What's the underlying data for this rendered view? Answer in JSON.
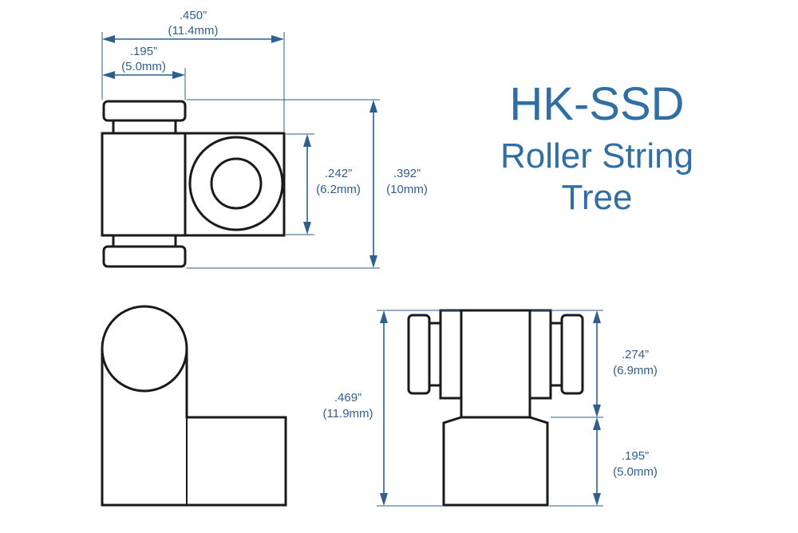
{
  "title": {
    "line1": "HK-SSD",
    "line2": "Roller String",
    "line3": "Tree"
  },
  "dimensions": {
    "top_width_overall": {
      "inch": ".450”",
      "mm": "(11.4mm)"
    },
    "top_width_post": {
      "inch": ".195”",
      "mm": "(5.0mm)"
    },
    "top_height_body": {
      "inch": ".242”",
      "mm": "(6.2mm)"
    },
    "top_height_overall": {
      "inch": ".392”",
      "mm": "(10mm)"
    },
    "front_height_overall": {
      "inch": ".469”",
      "mm": "(11.9mm)"
    },
    "front_height_roller": {
      "inch": ".274”",
      "mm": "(6.9mm)"
    },
    "front_height_base": {
      "inch": ".195”",
      "mm": "(5.0mm)"
    }
  },
  "colors": {
    "dimension": "#2e5f8f",
    "title": "#2f6fa3",
    "outline": "#1a1a1a",
    "background": "#ffffff"
  }
}
